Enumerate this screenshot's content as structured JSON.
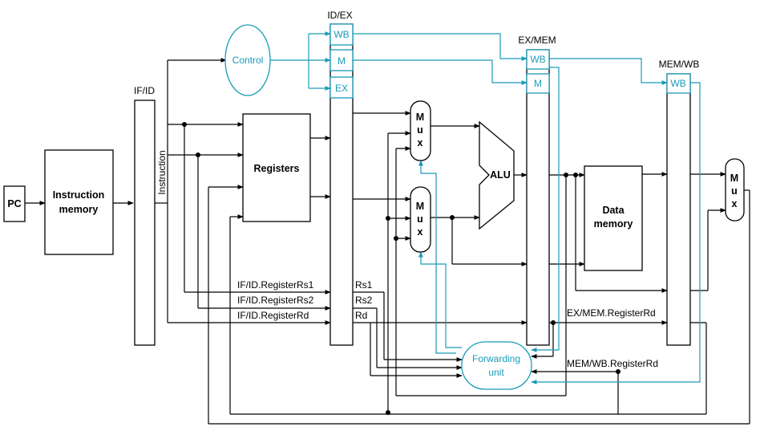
{
  "pipeline_registers": {
    "if_id": "IF/ID",
    "id_ex": "ID/EX",
    "ex_mem": "EX/MEM",
    "mem_wb": "MEM/WB"
  },
  "control_fields": {
    "wb": "WB",
    "m": "M",
    "ex": "EX"
  },
  "blocks": {
    "pc": "PC",
    "instruction_memory_line1": "Instruction",
    "instruction_memory_line2": "memory",
    "instruction": "Instruction",
    "registers": "Registers",
    "alu": "ALU",
    "data_memory_line1": "Data",
    "data_memory_line2": "memory",
    "control": "Control",
    "forwarding_line1": "Forwarding",
    "forwarding_line2": "unit",
    "mux_letters": [
      "M",
      "u",
      "x"
    ]
  },
  "signals": {
    "rs1_long": "IF/ID.RegisterRs1",
    "rs2_long": "IF/ID.RegisterRs2",
    "rd_long": "IF/ID.RegisterRd",
    "rs1": "Rs1",
    "rs2": "Rs2",
    "rd": "Rd",
    "ex_mem_rd": "EX/MEM.RegisterRd",
    "mem_wb_rd": "MEM/WB.RegisterRd"
  },
  "colors": {
    "wire": "#000000",
    "control_path": "#1a9bb8"
  }
}
